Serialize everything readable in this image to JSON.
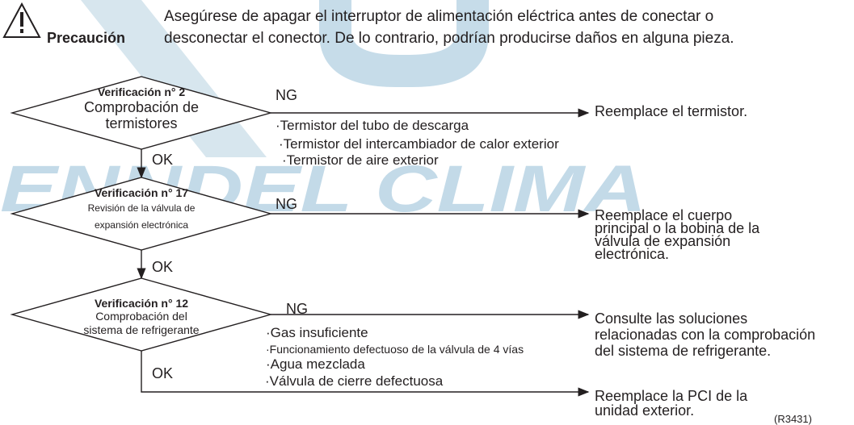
{
  "watermark": {
    "text": "ENNDEL CLIMA",
    "color": "#bdd7e6"
  },
  "caution": {
    "icon": "warning-triangle-icon",
    "label": "Precaución",
    "line1": "Asegúrese de apagar el interruptor de alimentación eléctrica antes de conectar o",
    "line2": "desconectar el conector. De lo contrario, podrían producirse daños en alguna pieza."
  },
  "checks": [
    {
      "title": "Verificación n° 2",
      "lines": [
        "Comprobación de",
        "termistores"
      ],
      "ng_label": "NG",
      "ng_result": [
        "Reemplace el termistor."
      ],
      "causes": [
        "·Termistor del tubo de descarga",
        "·Termistor del intercambiador de calor exterior",
        "·Termistor de aire exterior"
      ],
      "ok_label": "OK"
    },
    {
      "title": "Verificación n° 17",
      "lines": [
        "Revisión de la válvula de",
        "expansión electrónica"
      ],
      "ng_label": "NG",
      "ng_result": [
        "Reemplace el cuerpo",
        "principal o la bobina de la",
        "válvula de expansión",
        "electrónica."
      ],
      "ok_label": "OK"
    },
    {
      "title": "Verificación n° 12",
      "lines": [
        "Comprobación del",
        "sistema de refrigerante"
      ],
      "ng_label": "NG",
      "ng_result": [
        "Consulte las soluciones",
        "relacionadas con la comprobación",
        "del sistema de refrigerante."
      ],
      "causes": [
        "·Gas insuficiente",
        "·Funcionamiento defectuoso de la válvula de 4 vías",
        "·Agua mezclada",
        "·Válvula de cierre defectuosa"
      ],
      "ok_label": "OK",
      "ok_result": [
        "Reemplace la PCI de la",
        "unidad exterior."
      ]
    }
  ],
  "figure_code": "(R3431)"
}
